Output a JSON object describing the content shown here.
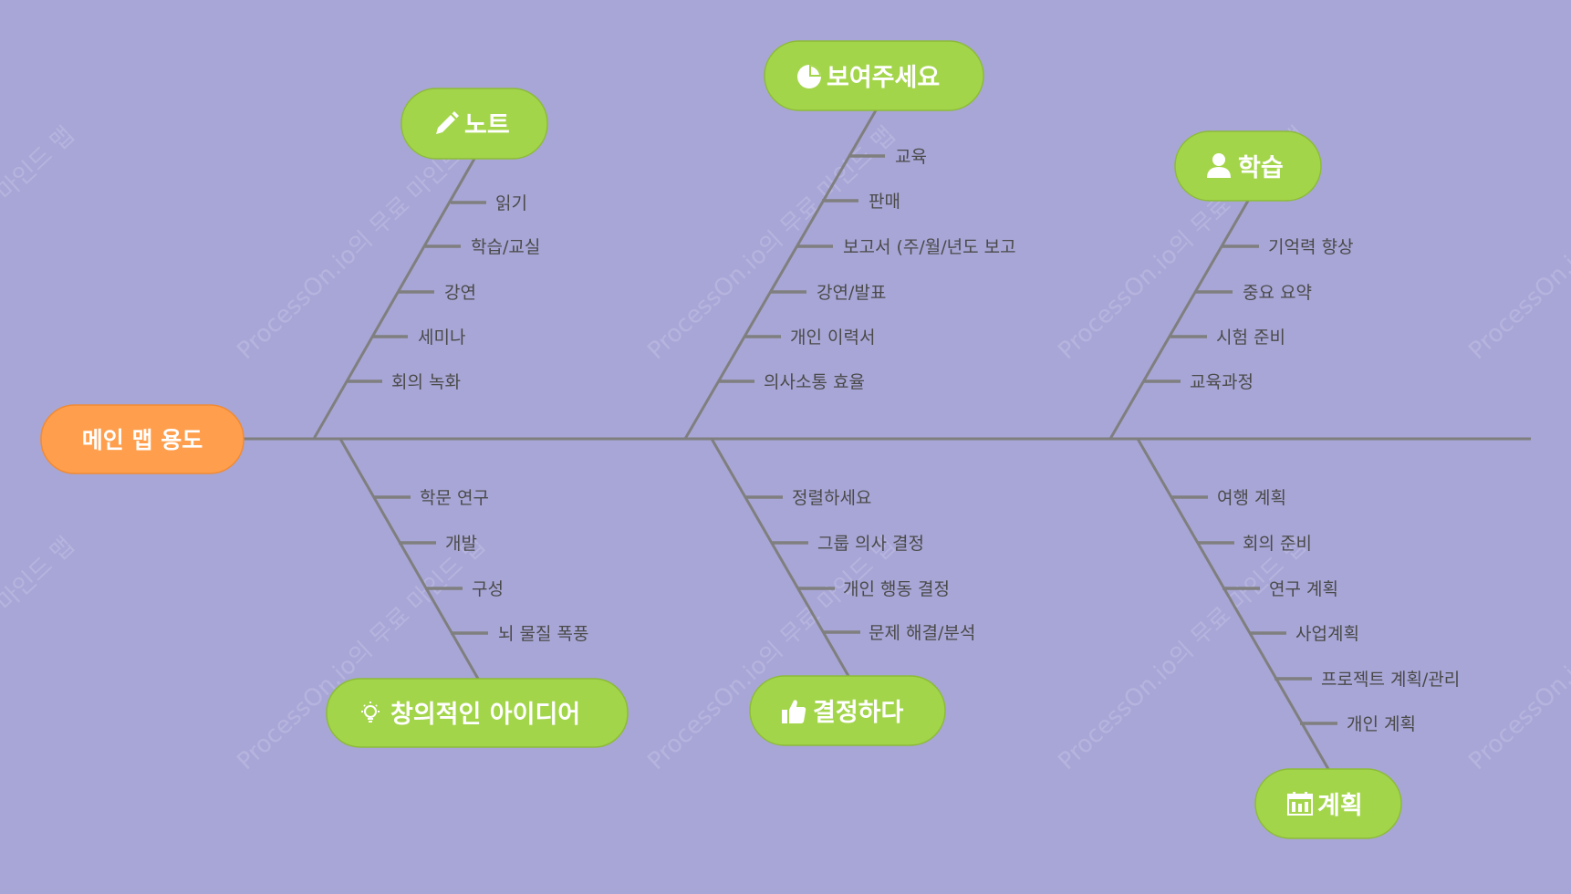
{
  "watermark": "ProcessOn.io의 무료 마인드 맵",
  "main_topic": "메인 맵 용도",
  "branches": [
    {
      "id": "notes",
      "icon": "pencil-icon",
      "title": "노트",
      "items": [
        "읽기",
        "학습/교실",
        "강연",
        "세미나",
        "회의 녹화"
      ]
    },
    {
      "id": "show",
      "icon": "pie-chart-icon",
      "title": "보여주세요",
      "items": [
        "교육",
        "판매",
        "보고서 (주/월/년도 보고",
        "강연/발표",
        "개인 이력서",
        "의사소통 효율"
      ]
    },
    {
      "id": "study",
      "icon": "person-icon",
      "title": "학습",
      "items": [
        "기억력 향상",
        "중요 요약",
        "시험 준비",
        "교육과정"
      ]
    },
    {
      "id": "creative",
      "icon": "lightbulb-icon",
      "title": "창의적인 아이디어",
      "items": [
        "학문 연구",
        "개발",
        "구성",
        "뇌 물질 폭풍"
      ]
    },
    {
      "id": "decide",
      "icon": "thumbs-up-icon",
      "title": "결정하다",
      "items": [
        "정렬하세요",
        "그룹 의사 결정",
        "개인 행동 결정",
        "문제 해결/분석"
      ]
    },
    {
      "id": "plan",
      "icon": "calendar-icon",
      "title": "계획",
      "items": [
        "여행 계획",
        "회의 준비",
        "연구 계획",
        "사업계획",
        "프로젝트 계획/관리",
        "개인 계획"
      ]
    }
  ],
  "colors": {
    "background": "#a8a6d6",
    "topic": "#a3d54a",
    "main": "#ff9f4d",
    "line": "#7f7f7f"
  }
}
